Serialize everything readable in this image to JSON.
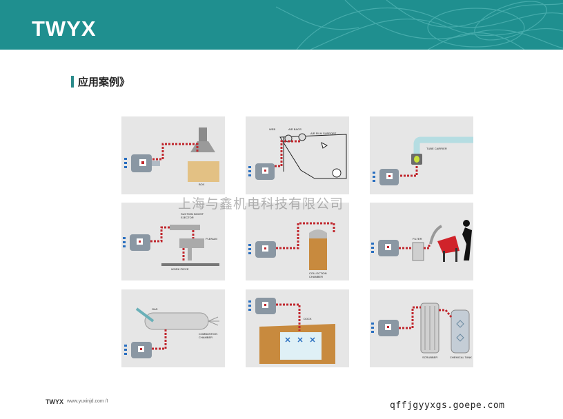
{
  "header": {
    "logo": "TWYX",
    "bg_color": "#1f8f8f"
  },
  "section": {
    "title": "应用案例》"
  },
  "watermark": "上海与鑫机电科技有限公司",
  "tiles": [
    {
      "labels": [
        "BOX"
      ]
    },
    {
      "labels": [
        "WEB",
        "AIR BAGS",
        "AIR FILM SUPPORT"
      ]
    },
    {
      "labels": [
        "TUBE CARRIER"
      ]
    },
    {
      "labels": [
        "SUCTION BOOST",
        "EJECTOR",
        "PLENUM",
        "WORK PIECE"
      ]
    },
    {
      "labels": [
        "COLLECTION",
        "CHAMBER"
      ]
    },
    {
      "labels": [
        "FILTER"
      ]
    },
    {
      "labels": [
        "GAS",
        "COMBUSTION",
        "CHAMBER"
      ]
    },
    {
      "labels": [
        "DOCK"
      ]
    },
    {
      "labels": [
        "SCRUBBER",
        "CHEMICAL TANK"
      ]
    }
  ],
  "footer": {
    "logo": "TWYX",
    "url": "www.yuxinjd.com  /I",
    "site": "qffjgyyxgs.goepe.com"
  },
  "colors": {
    "pipe_red": "#c0272d",
    "machine": "#8a97a3",
    "panel": "#e6e6e6"
  }
}
